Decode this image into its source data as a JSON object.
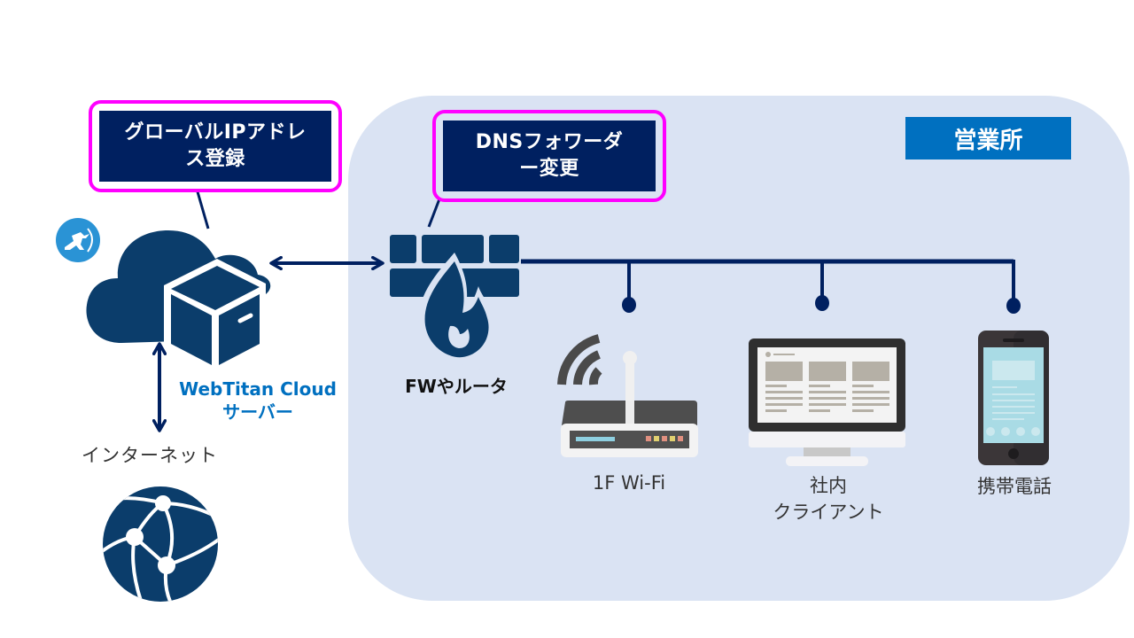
{
  "office": {
    "label": "営業所"
  },
  "callouts": {
    "global_ip": "グローバルIPアドレス登録",
    "dns_forwarder": "DNSフォワーダー変更"
  },
  "nodes": {
    "webtitan": {
      "line1": "WebTitan Cloud",
      "line2": "サーバー"
    },
    "internet": "インターネット",
    "firewall": "FWやルータ",
    "wifi": "1F Wi-Fi",
    "client": {
      "line1": "社内",
      "line2": "クライアント"
    },
    "phone": "携帯電話"
  },
  "colors": {
    "callout_border": "#ff00ff",
    "callout_fill": "#002060",
    "office_region": "#dae3f3",
    "office_label": "#0070c0",
    "icon_navy": "#0b3d6b",
    "connector": "#002060",
    "webtitan_text": "#0070c0",
    "logo_blue": "#2a93d5"
  }
}
